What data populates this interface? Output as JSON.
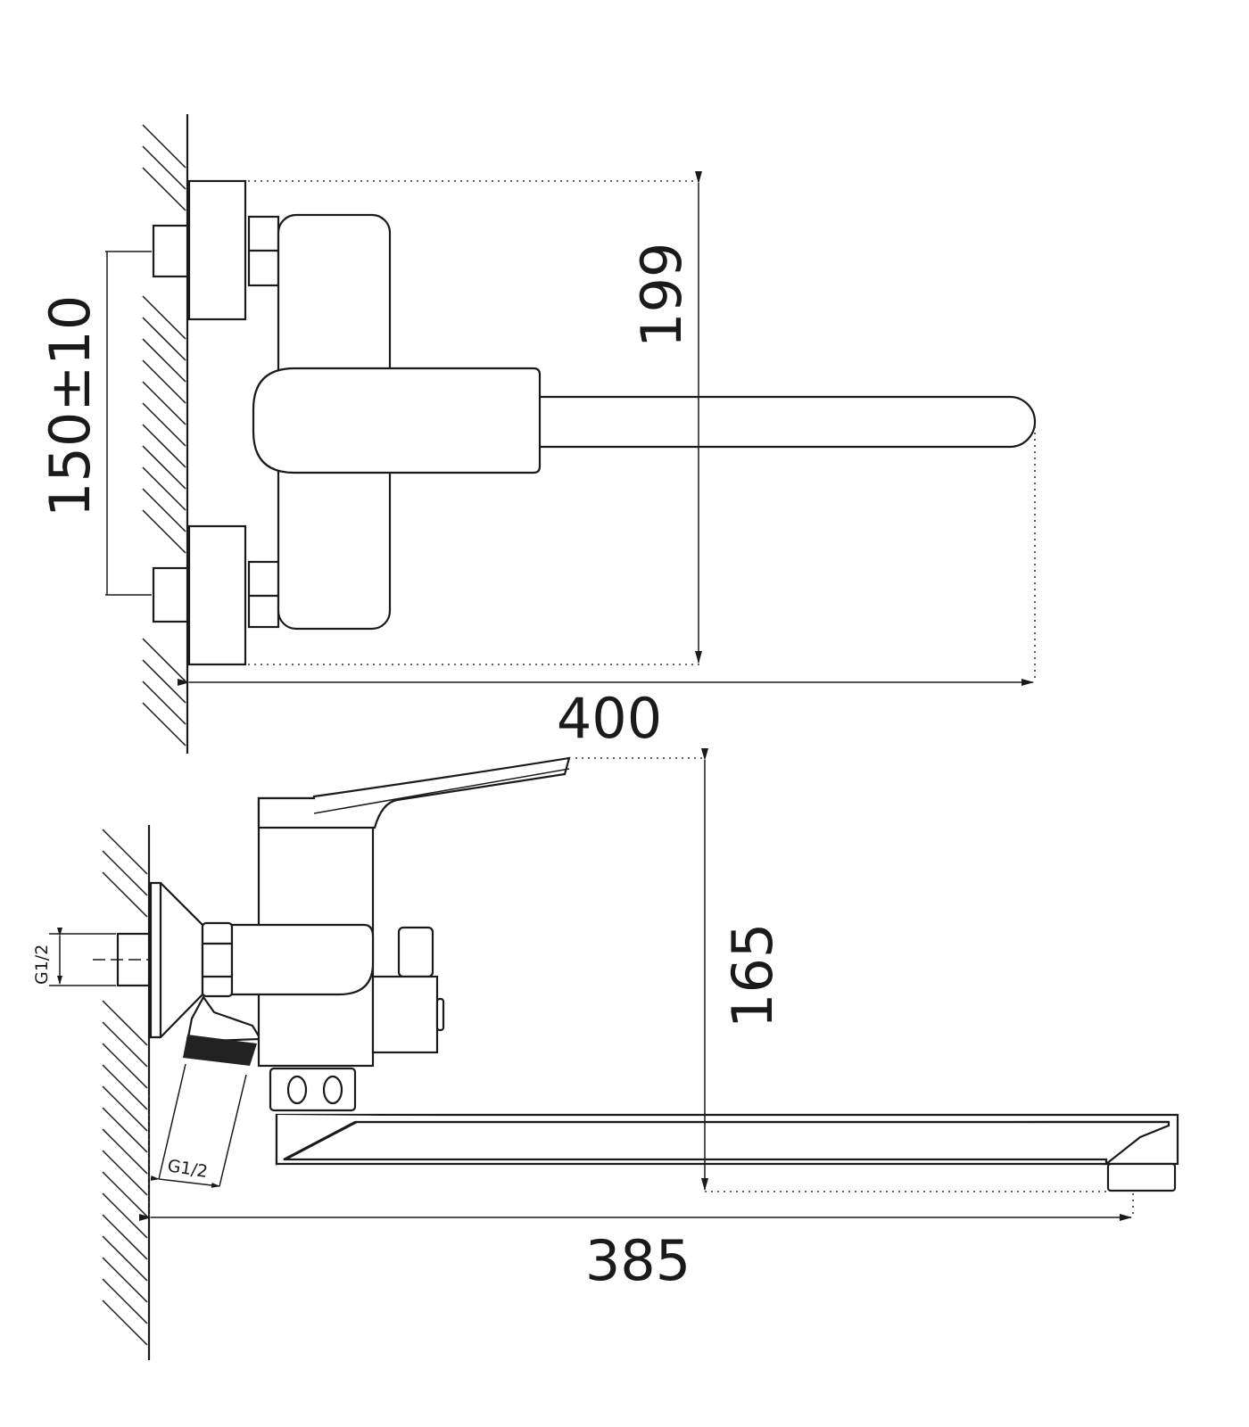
{
  "drawing": {
    "top_view": {
      "height_dim": "199",
      "inlet_spacing_dim": "150±10",
      "length_dim": "400"
    },
    "side_view": {
      "height_dim": "165",
      "length_dim": "385",
      "inlet_thread": "G1/2",
      "outlet_thread": "G1/2"
    }
  }
}
